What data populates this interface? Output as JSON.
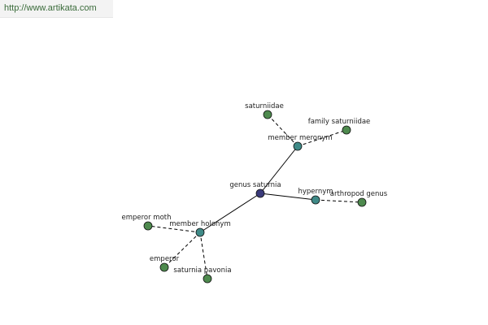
{
  "site_link": {
    "text": "http://www.artikata.com"
  },
  "colors": {
    "center_node": "#3a3a7a",
    "relation_node": "#3f8a87",
    "leaf_node": "#4e8a4e",
    "edge": "#000000"
  },
  "graph": {
    "nodes": [
      {
        "id": "n0",
        "label": "genus saturnia",
        "kind": "center"
      },
      {
        "id": "n1",
        "label": "member meronym",
        "kind": "relation"
      },
      {
        "id": "n2",
        "label": "hypernym",
        "kind": "relation"
      },
      {
        "id": "n3",
        "label": "member holonym",
        "kind": "relation"
      },
      {
        "id": "n4",
        "label": "saturniidae",
        "kind": "leaf"
      },
      {
        "id": "n5",
        "label": "family saturniidae",
        "kind": "leaf"
      },
      {
        "id": "n6",
        "label": "arthropod genus",
        "kind": "leaf"
      },
      {
        "id": "n7",
        "label": "emperor moth",
        "kind": "leaf"
      },
      {
        "id": "n8",
        "label": "emperor",
        "kind": "leaf"
      },
      {
        "id": "n9",
        "label": "saturnia pavonia",
        "kind": "leaf"
      }
    ],
    "edges": [
      {
        "from": "n0",
        "to": "n1",
        "style": "solid"
      },
      {
        "from": "n0",
        "to": "n2",
        "style": "solid"
      },
      {
        "from": "n0",
        "to": "n3",
        "style": "solid"
      },
      {
        "from": "n1",
        "to": "n4",
        "style": "dashed"
      },
      {
        "from": "n1",
        "to": "n5",
        "style": "dashed"
      },
      {
        "from": "n2",
        "to": "n6",
        "style": "dashed"
      },
      {
        "from": "n3",
        "to": "n7",
        "style": "dashed"
      },
      {
        "from": "n3",
        "to": "n8",
        "style": "dashed"
      },
      {
        "from": "n3",
        "to": "n9",
        "style": "dashed"
      }
    ]
  }
}
